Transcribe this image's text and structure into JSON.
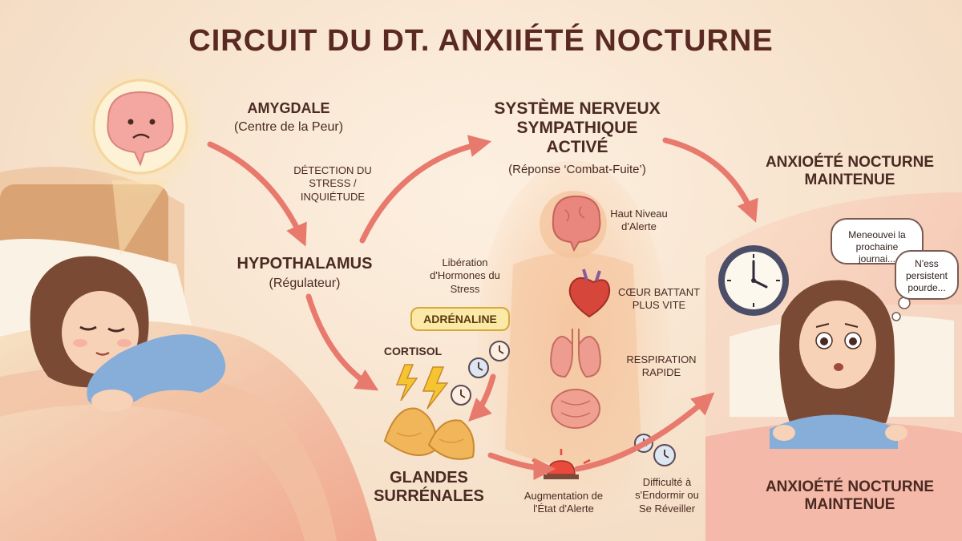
{
  "title": "CIRCUIT DU DT. ANXIIÉTÉ NOCTURNE",
  "amygdala": {
    "title": "AMYGDALE",
    "subtitle": "(Centre de la Peur)"
  },
  "detection": [
    "DÉTECTION DU",
    "STRESS /",
    "INQUIÉTUDE"
  ],
  "hypothalamus": {
    "title": "HYPOTHALAMUS",
    "subtitle": "(Régulateur)"
  },
  "sns": {
    "title": [
      "SYSTÈME NERVEUX",
      "SYMPATHIQUE",
      "ACTIVÉ"
    ],
    "subtitle": "(Réponse ‘Combat-Fuite’)"
  },
  "liberation": [
    "Libération",
    "d'Hormones du",
    "Stress"
  ],
  "adrenaline": "ADRÉNALINE",
  "cortisol": "CORTISOL",
  "glands": [
    "GLANDES",
    "SURRÉNALES"
  ],
  "body_effects": {
    "alert": [
      "Haut Niveau",
      "d'Alerte"
    ],
    "heart": [
      "CŒUR BATTANT",
      "PLUS VITE"
    ],
    "breathing": [
      "RESPIRATION",
      "RAPIDE"
    ]
  },
  "increase_alert": [
    "Augmentation de",
    "l'État d'Alerte"
  ],
  "difficulty": [
    "Difficulté à",
    "s'Endormir ou",
    "Se Réveiller"
  ],
  "anxiety_top": [
    "ANXIOÉTÉ NOCTURNE",
    "MAINTENUE"
  ],
  "anxiety_bottom": [
    "ANXIOÉTÉ NOCTURNE",
    "MAINTENUE"
  ],
  "thought1": [
    "Meneouvei la",
    "prochaine",
    "journai..."
  ],
  "thought2": [
    "N'ess",
    "persistent",
    "pourde..."
  ],
  "colors": {
    "arrow": "#e8796d",
    "arrow_dark": "#d9645a",
    "title": "#5a2a22",
    "text": "#4a2a22"
  }
}
